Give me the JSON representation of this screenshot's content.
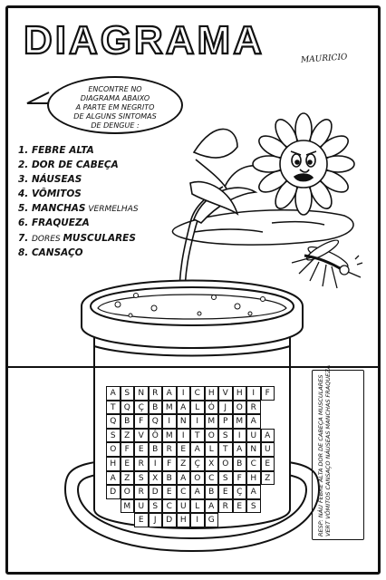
{
  "title": "DIAGRAMA",
  "signature": "MAURICIO",
  "speech_lines": [
    "ENCONTRE NO",
    "DIAGRAMA ABAIXO",
    "A PARTE EM NEGRITO",
    "DE ALGUNS SINTOMAS",
    "DE DENGUE :"
  ],
  "symptoms": [
    {
      "num": "1.",
      "bold": "FEBRE ALTA",
      "light": ""
    },
    {
      "num": "2.",
      "bold": "DOR DE CABEÇA",
      "light": ""
    },
    {
      "num": "3.",
      "bold": "NÁUSEAS",
      "light": ""
    },
    {
      "num": "4.",
      "bold": "VÔMITOS",
      "light": ""
    },
    {
      "num": "5.",
      "bold": "MANCHAS",
      "light": " VERMELHAS"
    },
    {
      "num": "6.",
      "bold": "FRAQUEZA",
      "light": ""
    },
    {
      "num": "7.",
      "bold": "MUSCULARES",
      "light": "DORES ",
      "light_first": true
    },
    {
      "num": "8.",
      "bold": "CANSAÇO",
      "light": ""
    }
  ],
  "grid_rows": [
    {
      "offset": 0,
      "letters": [
        "A",
        "S",
        "N",
        "R",
        "A",
        "I",
        "C",
        "H",
        "V",
        "H",
        "I",
        "F"
      ]
    },
    {
      "offset": 0,
      "letters": [
        "T",
        "Q",
        "Ç",
        "B",
        "M",
        "A",
        "L",
        "Ó",
        "J",
        "O",
        "R",
        ""
      ]
    },
    {
      "offset": 0,
      "letters": [
        "Q",
        "B",
        "F",
        "Q",
        "I",
        "N",
        "I",
        "M",
        "P",
        "M",
        "A",
        ""
      ]
    },
    {
      "offset": 0,
      "letters": [
        "S",
        "Z",
        "V",
        "Ô",
        "M",
        "I",
        "T",
        "O",
        "S",
        "I",
        "U",
        "A"
      ]
    },
    {
      "offset": 0,
      "letters": [
        "O",
        "F",
        "E",
        "B",
        "R",
        "E",
        "A",
        "L",
        "T",
        "A",
        "N",
        "U"
      ]
    },
    {
      "offset": 0,
      "letters": [
        "H",
        "E",
        "R",
        "I",
        "F",
        "Z",
        "Ç",
        "X",
        "O",
        "B",
        "C",
        "E"
      ]
    },
    {
      "offset": 0,
      "letters": [
        "A",
        "Z",
        "S",
        "X",
        "B",
        "A",
        "O",
        "C",
        "S",
        "F",
        "H",
        "Z"
      ]
    },
    {
      "offset": 0,
      "letters": [
        "D",
        "O",
        "R",
        "D",
        "E",
        "C",
        "A",
        "B",
        "E",
        "Ç",
        "A",
        ""
      ]
    },
    {
      "offset": 1,
      "letters": [
        "",
        "M",
        "U",
        "S",
        "C",
        "U",
        "L",
        "A",
        "R",
        "E",
        "S",
        ""
      ]
    },
    {
      "offset": 2,
      "letters": [
        "",
        "",
        "E",
        "J",
        "D",
        "H",
        "I",
        "G",
        "",
        "",
        ""
      ]
    }
  ],
  "answer_text": "RESP: NÁU FEBRE ALTA DOR DE CABEÇA MUSCULARES VERT VÔMITOS CANSAÇO NÁUSEAS MANCHAS FRAQUEZA",
  "colors": {
    "ink": "#111111",
    "paper": "#ffffff"
  },
  "icons": [
    "flower-face-icon",
    "mosquito-icon",
    "flower-pot-icon",
    "puddle-icon"
  ]
}
